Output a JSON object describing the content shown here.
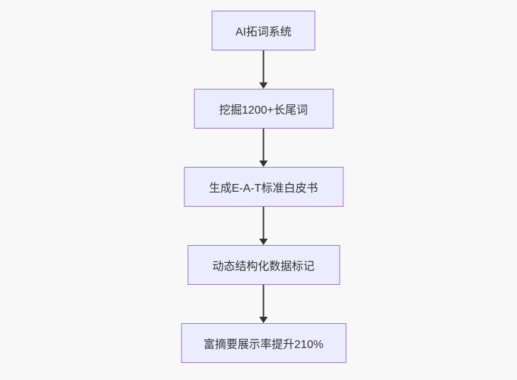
{
  "diagram": {
    "type": "flowchart",
    "direction": "top-down",
    "nodes": [
      {
        "label": "AI拓词系统"
      },
      {
        "label": "挖掘1200+长尾词"
      },
      {
        "label": "生成E-A-T标准白皮书"
      },
      {
        "label": "动态结构化数据标记"
      },
      {
        "label": "富摘要展示率提升210%"
      }
    ],
    "edges": [
      {
        "from": 0,
        "to": 1
      },
      {
        "from": 1,
        "to": 2
      },
      {
        "from": 2,
        "to": 3
      },
      {
        "from": 3,
        "to": 4
      }
    ],
    "colors": {
      "background": "#f8f8f8",
      "node_fill": "#ECECFF",
      "node_border": "#9370DB",
      "text": "#333333",
      "edge": "#333333"
    }
  }
}
